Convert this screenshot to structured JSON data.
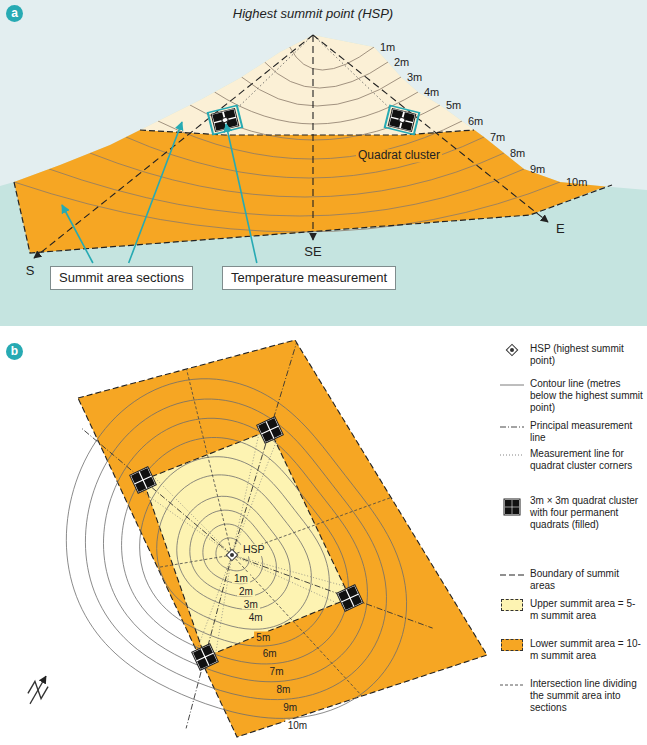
{
  "diagram": {
    "nodes": [
      {
        "text": [
          "a"
        ]
      },
      {
        "text": [
          "Summit area sections"
        ]
      },
      {
        "text": [
          "Temperature measurement"
        ]
      },
      {
        "text": [
          "b"
        ]
      }
    ],
    "labels": [
      "Highest summit point (HSP)",
      "1m",
      "2m",
      "3m",
      "4m",
      "5m",
      "6m",
      "7m",
      "8m",
      "9m",
      "10m",
      "Quadrat cluster",
      "S",
      "SE",
      "E",
      "HSP",
      "1m",
      "2m",
      "3m",
      "4m",
      "5m",
      "6m",
      "7m",
      "8m",
      "9m",
      "10m"
    ],
    "legend": [
      {
        "text": "HSP (highest summit point)"
      },
      {
        "text": "Contour line (metres below the highest summit point)"
      },
      {
        "text": "Principal measurement line"
      },
      {
        "text": "Measurement line for quadrat cluster corners"
      },
      {
        "text": "3m × 3m quadrat cluster with four permanent quadrats (filled)"
      },
      {
        "text": "Boundary of summit areas"
      },
      {
        "text": "Upper summit area = 5-m summit area",
        "color": "#fdf3b2"
      },
      {
        "text": "Lower summit area = 10-m summit area",
        "color": "#f6a623"
      },
      {
        "text": "Intersection line dividing the summit area into sections"
      }
    ]
  }
}
